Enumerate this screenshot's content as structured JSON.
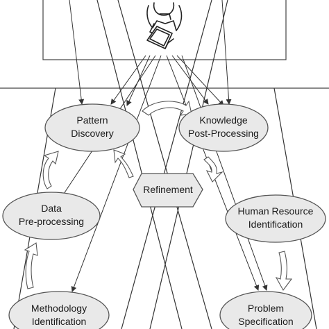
{
  "nodes": {
    "pattern_discovery": [
      "Pattern",
      "Discovery"
    ],
    "knowledge_post_processing": [
      "Knowledge",
      "Post-Processing"
    ],
    "refinement": "Refinement",
    "data_preprocessing": [
      "Data",
      "Pre-processing"
    ],
    "human_resource_identification": [
      "Human Resource",
      "Identification"
    ],
    "methodology_identification": [
      "Methodology",
      "Identification"
    ],
    "problem_specification": [
      "Problem",
      "Specification"
    ]
  },
  "colors": {
    "node_fill": "#e9e9e9",
    "node_stroke": "#555555",
    "line": "#333333",
    "background": "#ffffff"
  },
  "figure": {
    "icon": "person-at-laptop-icon"
  }
}
